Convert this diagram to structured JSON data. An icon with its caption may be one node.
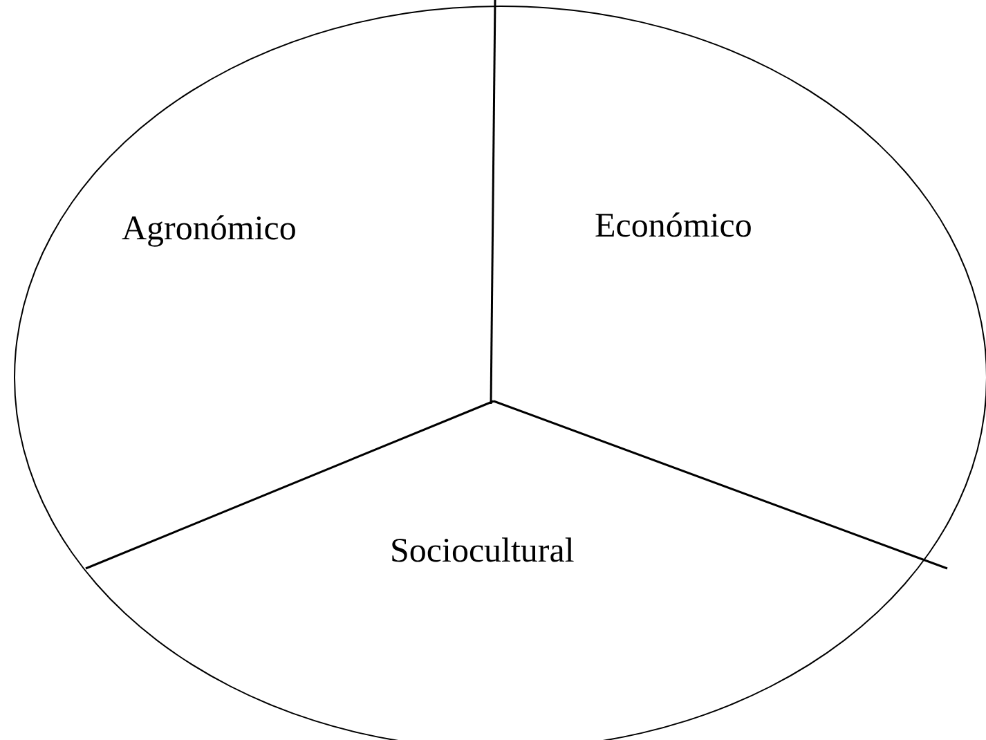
{
  "diagram": {
    "nodes": [
      {
        "text": [],
        "shape": "circle"
      },
      {
        "text": [
          "Agronómico"
        ],
        "in": 0
      },
      {
        "text": [
          "Económico"
        ],
        "in": 0
      },
      {
        "text": [
          "Sociocultural"
        ],
        "in": 0
      }
    ]
  }
}
